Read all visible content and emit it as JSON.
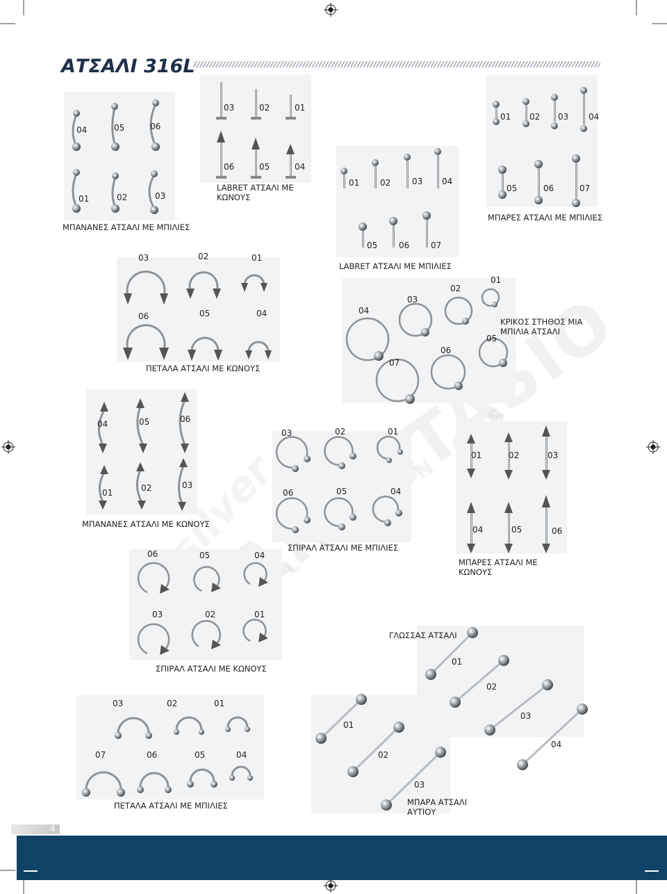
{
  "page": {
    "title": "ΑΤΣΑΛΙ 316L",
    "page_number": "4",
    "watermark": {
      "brand": "ANASTASIO",
      "word1": "silver",
      "word2": "KALLIANOS"
    }
  },
  "sections": {
    "bananas_balls": {
      "caption": "ΜΠΑΝΑΝΕΣ ΑΤΣΑΛΙ ΜΕ ΜΠΙΛΙΕΣ",
      "labels": [
        "04",
        "05",
        "06",
        "01",
        "02",
        "03"
      ]
    },
    "labret_cones": {
      "caption": "LABRET ΑΤΣΑΛΙ ΜΕ ΚΩΝΟΥΣ",
      "labels": [
        "03",
        "02",
        "01",
        "06",
        "05",
        "04"
      ]
    },
    "labret_balls": {
      "caption": "LABRET ΑΤΣΑΛΙ ΜΕ ΜΠΙΛΙΕΣ",
      "labels": [
        "01",
        "02",
        "03",
        "04",
        "05",
        "06",
        "07"
      ]
    },
    "bars_balls": {
      "caption": "ΜΠΑΡΕΣ ΑΤΣΑΛΙ ΜΕ ΜΠΙΛΙΕΣ",
      "labels": [
        "01",
        "02",
        "03",
        "04",
        "05",
        "06",
        "07"
      ]
    },
    "horseshoe_cones": {
      "caption": "ΠΕΤΑΛΑ ΑΤΣΑΛΙ ΜΕ ΚΩΝΟΥΣ",
      "labels": [
        "03",
        "02",
        "01",
        "06",
        "05",
        "04"
      ]
    },
    "rings_ball": {
      "caption": "ΚΡΙΚΟΣ ΣΤΗΘΟΣ ΜΙΑ ΜΠΙΛΙΑ ΑΤΣΑΛΙ",
      "labels": [
        "01",
        "02",
        "03",
        "04",
        "05",
        "06",
        "07"
      ]
    },
    "bananas_cones": {
      "caption": "ΜΠΑΝΑΝΕΣ ΑΤΣΑΛΙ ΜΕ ΚΩΝΟΥΣ",
      "labels": [
        "04",
        "05",
        "06",
        "01",
        "02",
        "03"
      ]
    },
    "spiral_balls": {
      "caption": "ΣΠΙΡΑΛ ΑΤΣΑΛΙ ΜΕ ΜΠΙΛΙΕΣ",
      "labels": [
        "03",
        "02",
        "01",
        "06",
        "05",
        "04"
      ]
    },
    "bars_cones": {
      "caption": "ΜΠΑΡΕΣ ΑΤΣΑΛΙ ΜΕ ΚΩΝΟΥΣ",
      "labels": [
        "01",
        "02",
        "03",
        "04",
        "05",
        "06"
      ]
    },
    "spiral_cones": {
      "caption": "ΣΠΙΡΑΛ ΑΤΣΑΛΙ ΜΕ ΚΩΝΟΥΣ",
      "labels": [
        "06",
        "05",
        "04",
        "03",
        "02",
        "01"
      ]
    },
    "tongue": {
      "caption": "ΓΛΩΣΣΑΣ ΑΤΣΑΛΙ",
      "labels": [
        "01",
        "02",
        "03",
        "04"
      ]
    },
    "horseshoe_balls": {
      "caption": "ΠΕΤΑΛΑ ΑΤΣΑΛΙ ΜΕ ΜΠΙΛΙΕΣ",
      "labels": [
        "03",
        "02",
        "01",
        "07",
        "06",
        "05",
        "04"
      ]
    },
    "ear_bars": {
      "caption": "ΜΠΑΡΑ ΑΤΣΑΛΙ ΑΥΤΙΟΥ",
      "labels": [
        "01",
        "02",
        "03"
      ]
    }
  }
}
